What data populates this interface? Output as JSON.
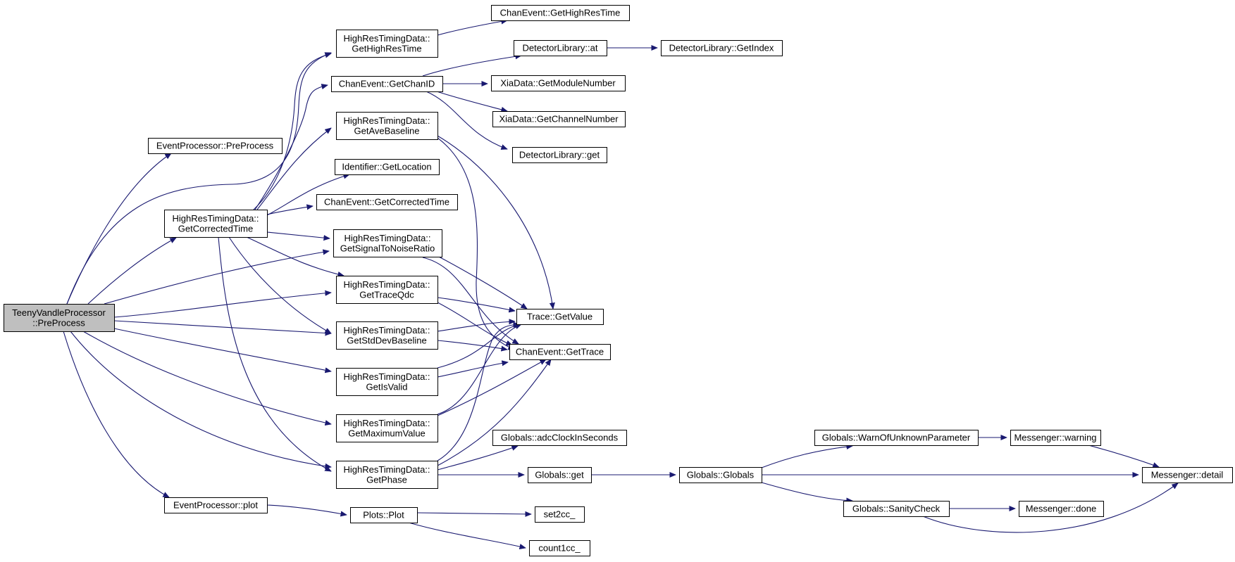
{
  "colors": {
    "edge": "#191970",
    "node_border": "#000000",
    "node_fill": "#ffffff",
    "root_fill": "#bfbfbf"
  },
  "nodes": [
    {
      "id": "root",
      "lines": [
        "TeenyVandleProcessor",
        "::PreProcess"
      ],
      "root": true
    },
    {
      "id": "ep_preprocess",
      "lines": [
        "EventProcessor::PreProcess"
      ]
    },
    {
      "id": "hrtd_gct",
      "lines": [
        "HighResTimingData::",
        "GetCorrectedTime"
      ]
    },
    {
      "id": "ep_plot",
      "lines": [
        "EventProcessor::plot"
      ]
    },
    {
      "id": "hrtd_ghrt",
      "lines": [
        "HighResTimingData::",
        "GetHighResTime"
      ]
    },
    {
      "id": "ce_gcid",
      "lines": [
        "ChanEvent::GetChanID"
      ]
    },
    {
      "id": "hrtd_gab",
      "lines": [
        "HighResTimingData::",
        "GetAveBaseline"
      ]
    },
    {
      "id": "id_gl",
      "lines": [
        "Identifier::GetLocation"
      ]
    },
    {
      "id": "ce_gct",
      "lines": [
        "ChanEvent::GetCorrectedTime"
      ]
    },
    {
      "id": "hrtd_gsnr",
      "lines": [
        "HighResTimingData::",
        "GetSignalToNoiseRatio"
      ]
    },
    {
      "id": "hrtd_gtq",
      "lines": [
        "HighResTimingData::",
        "GetTraceQdc"
      ]
    },
    {
      "id": "hrtd_gsdb",
      "lines": [
        "HighResTimingData::",
        "GetStdDevBaseline"
      ]
    },
    {
      "id": "hrtd_giv",
      "lines": [
        "HighResTimingData::",
        "GetIsValid"
      ]
    },
    {
      "id": "hrtd_gmv",
      "lines": [
        "HighResTimingData::",
        "GetMaximumValue"
      ]
    },
    {
      "id": "hrtd_gp",
      "lines": [
        "HighResTimingData::",
        "GetPhase"
      ]
    },
    {
      "id": "plots_plot",
      "lines": [
        "Plots::Plot"
      ]
    },
    {
      "id": "ce_ghrt",
      "lines": [
        "ChanEvent::GetHighResTime"
      ]
    },
    {
      "id": "dl_at",
      "lines": [
        "DetectorLibrary::at"
      ]
    },
    {
      "id": "xia_gmn",
      "lines": [
        "XiaData::GetModuleNumber"
      ]
    },
    {
      "id": "xia_gcn",
      "lines": [
        "XiaData::GetChannelNumber"
      ]
    },
    {
      "id": "dl_get",
      "lines": [
        "DetectorLibrary::get"
      ]
    },
    {
      "id": "trace_gv",
      "lines": [
        "Trace::GetValue"
      ]
    },
    {
      "id": "ce_gtrace",
      "lines": [
        "ChanEvent::GetTrace"
      ]
    },
    {
      "id": "g_acis",
      "lines": [
        "Globals::adcClockInSeconds"
      ]
    },
    {
      "id": "g_get",
      "lines": [
        "Globals::get"
      ]
    },
    {
      "id": "set2cc",
      "lines": [
        "set2cc_"
      ]
    },
    {
      "id": "count1cc",
      "lines": [
        "count1cc_"
      ]
    },
    {
      "id": "dl_gi",
      "lines": [
        "DetectorLibrary::GetIndex"
      ]
    },
    {
      "id": "g_globals",
      "lines": [
        "Globals::Globals"
      ]
    },
    {
      "id": "g_woup",
      "lines": [
        "Globals::WarnOfUnknownParameter"
      ]
    },
    {
      "id": "g_sc",
      "lines": [
        "Globals::SanityCheck"
      ]
    },
    {
      "id": "m_warning",
      "lines": [
        "Messenger::warning"
      ]
    },
    {
      "id": "m_detail",
      "lines": [
        "Messenger::detail"
      ]
    },
    {
      "id": "m_done",
      "lines": [
        "Messenger::done"
      ]
    }
  ],
  "edges": [
    [
      "root",
      "ep_preprocess"
    ],
    [
      "root",
      "hrtd_gct"
    ],
    [
      "root",
      "ep_plot"
    ],
    [
      "root",
      "hrtd_ghrt"
    ],
    [
      "root",
      "hrtd_gsnr"
    ],
    [
      "root",
      "hrtd_gtq"
    ],
    [
      "root",
      "hrtd_gsdb"
    ],
    [
      "root",
      "hrtd_giv"
    ],
    [
      "root",
      "hrtd_gmv"
    ],
    [
      "root",
      "hrtd_gp"
    ],
    [
      "hrtd_gct",
      "hrtd_ghrt"
    ],
    [
      "hrtd_gct",
      "ce_gcid"
    ],
    [
      "hrtd_gct",
      "hrtd_gab"
    ],
    [
      "hrtd_gct",
      "id_gl"
    ],
    [
      "hrtd_gct",
      "ce_gct"
    ],
    [
      "hrtd_gct",
      "hrtd_gsnr"
    ],
    [
      "hrtd_gct",
      "hrtd_gtq"
    ],
    [
      "hrtd_gct",
      "hrtd_gsdb"
    ],
    [
      "hrtd_gct",
      "hrtd_gp"
    ],
    [
      "hrtd_ghrt",
      "ce_ghrt"
    ],
    [
      "ce_gcid",
      "dl_at"
    ],
    [
      "ce_gcid",
      "xia_gmn"
    ],
    [
      "ce_gcid",
      "xia_gcn"
    ],
    [
      "ce_gcid",
      "dl_get"
    ],
    [
      "dl_at",
      "dl_gi"
    ],
    [
      "hrtd_gab",
      "trace_gv"
    ],
    [
      "hrtd_gab",
      "ce_gtrace"
    ],
    [
      "hrtd_gsnr",
      "trace_gv"
    ],
    [
      "hrtd_gsnr",
      "ce_gtrace"
    ],
    [
      "hrtd_gtq",
      "trace_gv"
    ],
    [
      "hrtd_gtq",
      "ce_gtrace"
    ],
    [
      "hrtd_gsdb",
      "trace_gv"
    ],
    [
      "hrtd_gsdb",
      "ce_gtrace"
    ],
    [
      "hrtd_giv",
      "trace_gv"
    ],
    [
      "hrtd_giv",
      "ce_gtrace"
    ],
    [
      "hrtd_gmv",
      "trace_gv"
    ],
    [
      "hrtd_gmv",
      "ce_gtrace"
    ],
    [
      "hrtd_gp",
      "trace_gv"
    ],
    [
      "hrtd_gp",
      "ce_gtrace"
    ],
    [
      "hrtd_gp",
      "g_acis"
    ],
    [
      "hrtd_gp",
      "g_get"
    ],
    [
      "g_get",
      "g_globals"
    ],
    [
      "g_globals",
      "g_woup"
    ],
    [
      "g_globals",
      "m_detail"
    ],
    [
      "g_globals",
      "g_sc"
    ],
    [
      "g_woup",
      "m_warning"
    ],
    [
      "m_warning",
      "m_detail"
    ],
    [
      "g_sc",
      "m_done"
    ],
    [
      "g_sc",
      "m_detail"
    ],
    [
      "ep_plot",
      "plots_plot"
    ],
    [
      "plots_plot",
      "set2cc"
    ],
    [
      "plots_plot",
      "count1cc"
    ]
  ]
}
